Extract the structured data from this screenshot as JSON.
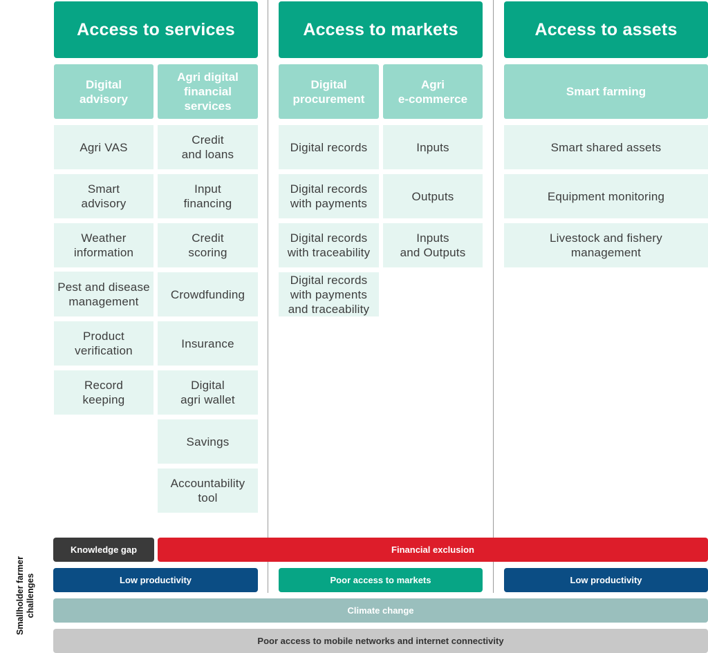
{
  "colors": {
    "header_green": "#07a585",
    "sub_header": "#97d9cb",
    "item_bg": "#e5f5f1",
    "knowledge_gap": "#3a3a3a",
    "financial_exclusion": "#dd1d2a",
    "low_productivity": "#0b4d84",
    "poor_access_markets": "#07a585",
    "climate_change": "#9abfbd",
    "connectivity": "#c8c8c8"
  },
  "columns": {
    "services": {
      "title": "Access to services",
      "digital_advisory": {
        "title": "Digital\nadvisory",
        "items": [
          "Agri VAS",
          "Smart\nadvisory",
          "Weather\ninformation",
          "Pest and disease\nmanagement",
          "Product\nverification",
          "Record\nkeeping"
        ]
      },
      "financial_services": {
        "title": "Agri digital\nfinancial\nservices",
        "items": [
          "Credit\nand loans",
          "Input\nfinancing",
          "Credit\nscoring",
          "Crowdfunding",
          "Insurance",
          "Digital\nagri wallet",
          "Savings",
          "Accountability\ntool"
        ]
      }
    },
    "markets": {
      "title": "Access to markets",
      "procurement": {
        "title": "Digital\nprocurement",
        "items": [
          "Digital records",
          "Digital records\nwith payments",
          "Digital records\nwith traceability",
          "Digital records\nwith payments\nand traceability"
        ]
      },
      "ecommerce": {
        "title": "Agri\ne-commerce",
        "items": [
          "Inputs",
          "Outputs",
          "Inputs\nand Outputs"
        ]
      }
    },
    "assets": {
      "title": "Access to assets",
      "smart_farming": {
        "title": "Smart farming",
        "items": [
          "Smart shared assets",
          "Equipment monitoring",
          "Livestock and fishery\nmanagement"
        ]
      }
    }
  },
  "challenges": {
    "side_label": "Smallholder farmer\nchallenges",
    "knowledge_gap": "Knowledge gap",
    "financial_exclusion": "Financial exclusion",
    "low_productivity_services": "Low productivity",
    "poor_access_markets": "Poor access to markets",
    "low_productivity_assets": "Low productivity",
    "climate_change": "Climate change",
    "connectivity": "Poor access to mobile networks and internet connectivity"
  }
}
